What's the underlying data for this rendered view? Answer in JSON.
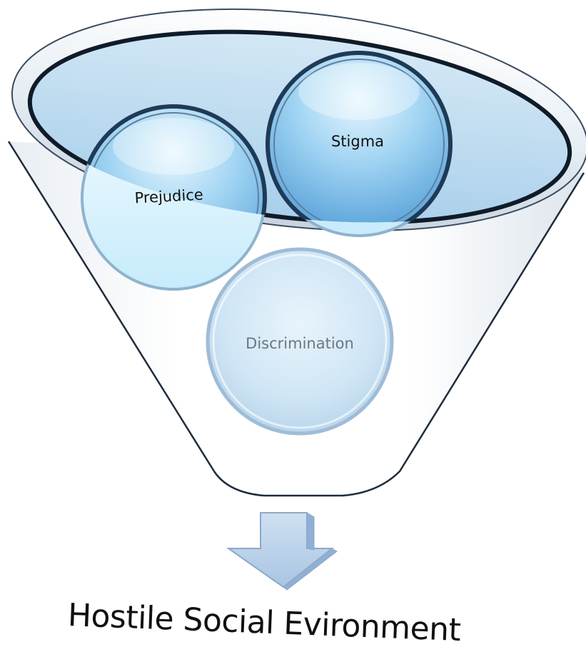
{
  "diagram": {
    "type": "funnel",
    "inputs": [
      {
        "label": "Prejudice"
      },
      {
        "label": "Stigma"
      },
      {
        "label": "Discrimination"
      }
    ],
    "output": {
      "label": "Hostile Social Evironment"
    }
  },
  "colors": {
    "funnel_rim": "#c9d6e3",
    "funnel_body": "#f7f9fb",
    "funnel_outline": "#2b3d52",
    "opening_fill": "#b5d8ef",
    "bubble_top": "#dff3fd",
    "bubble_bottom": "#5fa8dd",
    "discrimination_fill": "#cfe6f6",
    "arrow_fill": "#b7d0ea",
    "arrow_outline": "#8faac8",
    "label_dark": "#111111",
    "label_faded": "#6b7780"
  }
}
